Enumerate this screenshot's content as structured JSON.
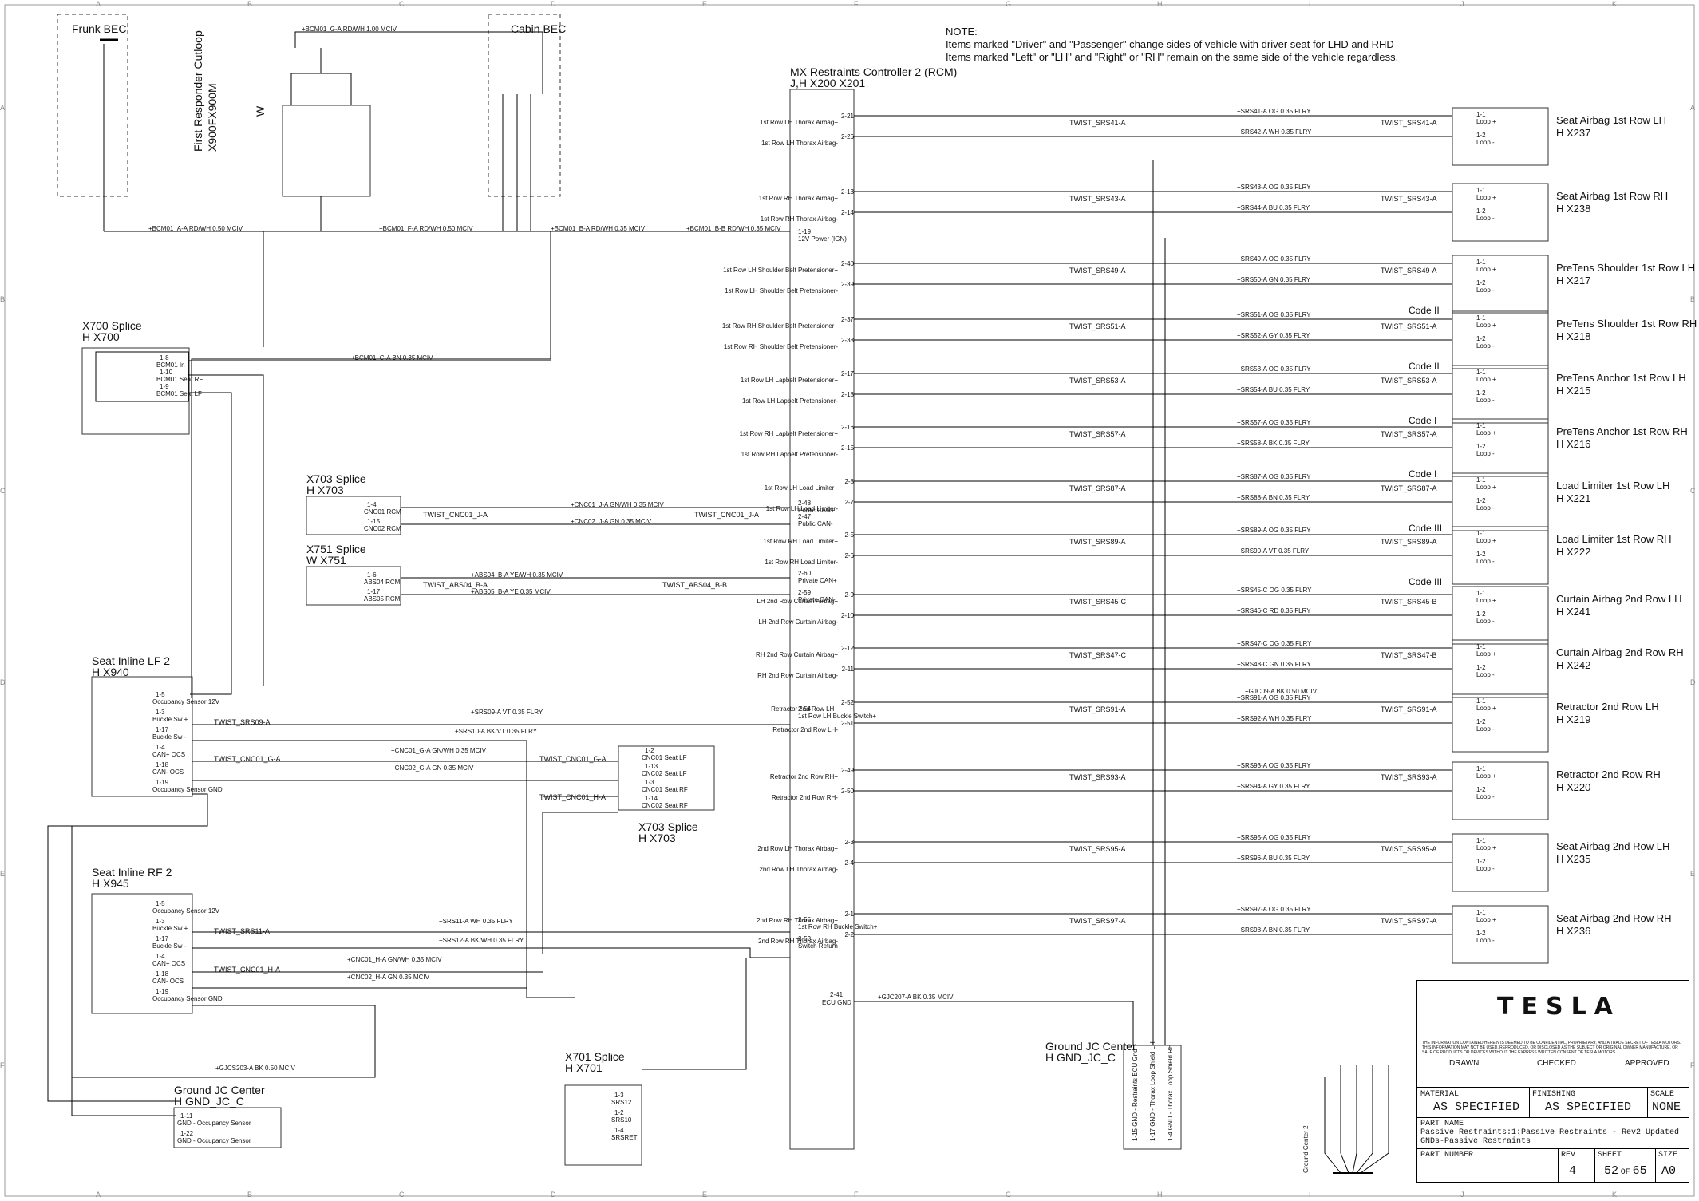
{
  "note": {
    "heading": "NOTE:",
    "line1": "Items marked \"Driver\" and \"Passenger\" change sides of vehicle with driver seat for LHD and RHD",
    "line2": "Items marked \"Left\" or \"LH\" and \"Right\" or \"RH\" remain on the same side of the vehicle regardless."
  },
  "rcm": {
    "title": "MX Restraints Controller 2 (RCM)",
    "sub": "J,H        X200   X201"
  },
  "frunk_bec": "Frunk BEC",
  "cabin_bec": "Cabin BEC",
  "first_responder": {
    "line1": "First Responder Cutloop",
    "line2": "X900FX900M",
    "side": "W"
  },
  "x700": {
    "title": "X700 Splice",
    "sub": "H        X700"
  },
  "x703": {
    "title": "X703 Splice",
    "sub": "H        X703"
  },
  "x751": {
    "title": "X751 Splice",
    "sub": "W        X751"
  },
  "x703b": {
    "title": "X703 Splice",
    "sub": "H        X703"
  },
  "x701": {
    "title": "X701 Splice",
    "sub": "H        X701"
  },
  "seat_lf": {
    "title": "Seat Inline LF 2",
    "sub": "H        X940"
  },
  "seat_rf": {
    "title": "Seat Inline RF 2",
    "sub": "H        X945"
  },
  "gnd_left": {
    "title": "Ground JC Center",
    "sub": "H        GND_JC_C"
  },
  "gnd_right": {
    "title": "Ground JC Center",
    "sub": "H        GND_JC_C"
  },
  "rcm_left_pins": [
    {
      "num": "1-19",
      "name": "12V Power (IGN)"
    },
    {
      "num": "2-48",
      "name": "Public CAN+"
    },
    {
      "num": "2-47",
      "name": "Public CAN-"
    },
    {
      "num": "2-60",
      "name": "Private CAN+"
    },
    {
      "num": "2-59",
      "name": "Private CAN-"
    },
    {
      "num": "2-54",
      "name": "1st Row LH Buckle Switch+"
    },
    {
      "num": "2-55",
      "name": "1st Row RH Buckle Switch+"
    },
    {
      "num": "2-53",
      "name": "Switch Return"
    }
  ],
  "rcm_right_pins": [
    {
      "n1": "2-21",
      "l1": "1st Row LH Thorax Airbag+",
      "n2": "2-26",
      "l2": "1st Row LH Thorax Airbag-",
      "twist": "TWIST_SRS41-A",
      "w1": "+SRS41-A   OG   0.35   FLRY",
      "w2": "+SRS42-A   WH   0.35   FLRY"
    },
    {
      "n1": "2-13",
      "l1": "1st Row RH Thorax Airbag+",
      "n2": "2-14",
      "l2": "1st Row RH Thorax Airbag-",
      "twist": "TWIST_SRS43-A",
      "w1": "+SRS43-A   OG   0.35   FLRY",
      "w2": "+SRS44-A   BU   0.35   FLRY"
    },
    {
      "n1": "2-40",
      "l1": "1st Row LH Shoulder Belt Pretensioner+",
      "n2": "2-39",
      "l2": "1st Row LH Shoulder Belt Pretensioner-",
      "twist": "TWIST_SRS49-A",
      "w1": "+SRS49-A   OG   0.35   FLRY",
      "w2": "+SRS50-A   GN   0.35   FLRY"
    },
    {
      "n1": "2-37",
      "l1": "1st Row RH Shoulder Belt Pretensioner+",
      "n2": "2-38",
      "l2": "1st Row RH Shoulder Belt Pretensioner-",
      "twist": "TWIST_SRS51-A",
      "w1": "+SRS51-A   OG   0.35   FLRY",
      "w2": "+SRS52-A   GY   0.35   FLRY"
    },
    {
      "n1": "2-17",
      "l1": "1st Row LH Lapbelt Pretensioner+",
      "n2": "2-18",
      "l2": "1st Row LH Lapbelt Pretensioner-",
      "twist": "TWIST_SRS53-A",
      "w1": "+SRS53-A   OG   0.35   FLRY",
      "w2": "+SRS54-A   BU   0.35   FLRY"
    },
    {
      "n1": "2-16",
      "l1": "1st Row RH Lapbelt Pretensioner+",
      "n2": "2-15",
      "l2": "1st Row RH Lapbelt Pretensioner-",
      "twist": "TWIST_SRS57-A",
      "w1": "+SRS57-A   OG   0.35   FLRY",
      "w2": "+SRS58-A   BK   0.35   FLRY"
    },
    {
      "n1": "2-8",
      "l1": "1st Row LH Load Limiter+",
      "n2": "2-7",
      "l2": "1st Row LH Load Limiter-",
      "twist": "TWIST_SRS87-A",
      "w1": "+SRS87-A   OG   0.35   FLRY",
      "w2": "+SRS88-A   BN   0.35   FLRY"
    },
    {
      "n1": "2-5",
      "l1": "1st Row RH Load Limiter+",
      "n2": "2-6",
      "l2": "1st Row RH Load Limiter-",
      "twist": "TWIST_SRS89-A",
      "w1": "+SRS89-A   OG   0.35   FLRY",
      "w2": "+SRS90-A   VT   0.35   FLRY"
    },
    {
      "n1": "2-9",
      "l1": "LH 2nd Row Curtain Airbag+",
      "n2": "2-10",
      "l2": "LH 2nd Row Curtain Airbag-",
      "twist": "TWIST_SRS45-C",
      "w1": "+SRS45-C   OG   0.35   FLRY",
      "w2": "+SRS46-C   RD   0.35   FLRY"
    },
    {
      "n1": "2-12",
      "l1": "RH 2nd Row Curtain Airbag+",
      "n2": "2-11",
      "l2": "RH 2nd Row Curtain Airbag-",
      "twist": "TWIST_SRS47-C",
      "w1": "+SRS47-C   OG   0.35   FLRY",
      "w2": "+SRS48-C   GN   0.35   FLRY"
    },
    {
      "n1": "2-52",
      "l1": "Retractor 2nd Row LH+",
      "n2": "2-51",
      "l2": "Retractor 2nd Row LH-",
      "twist": "TWIST_SRS91-A",
      "w1": "+SRS91-A   OG   0.35   FLRY",
      "w2": "+SRS92-A   WH   0.35   FLRY"
    },
    {
      "n1": "2-49",
      "l1": "Retractor 2nd Row RH+",
      "n2": "2-50",
      "l2": "Retractor 2nd Row RH-",
      "twist": "TWIST_SRS93-A",
      "w1": "+SRS93-A   OG   0.35   FLRY",
      "w2": "+SRS94-A   GY   0.35   FLRY"
    },
    {
      "n1": "2-3",
      "l1": "2nd Row LH Thorax Airbag+",
      "n2": "2-4",
      "l2": "2nd Row LH Thorax Airbag-",
      "twist": "TWIST_SRS95-A",
      "w1": "+SRS95-A   OG   0.35   FLRY",
      "w2": "+SRS96-A   BU   0.35   FLRY"
    },
    {
      "n1": "2-1",
      "l1": "2nd Row RH Thorax Airbag+",
      "n2": "2-2",
      "l2": "2nd Row RH Thorax Airbag-",
      "twist": "TWIST_SRS97-A",
      "w1": "+SRS97-A   OG   0.35   FLRY",
      "w2": "+SRS98-A   BN   0.35   FLRY"
    }
  ],
  "rcm_gnd_pin": {
    "num": "2-41",
    "name": "ECU GND"
  },
  "devices": [
    {
      "name": "Seat Airbag 1st Row LH",
      "sub": "H        X237",
      "twist": "TWIST_SRS41-A",
      "code": ""
    },
    {
      "name": "Seat Airbag 1st Row RH",
      "sub": "H        X238",
      "twist": "TWIST_SRS43-A",
      "code": ""
    },
    {
      "name": "PreTens Shoulder 1st Row LH",
      "sub": "H        X217",
      "twist": "TWIST_SRS49-A",
      "code": "Code II"
    },
    {
      "name": "PreTens Shoulder 1st Row RH",
      "sub": "H        X218",
      "twist": "TWIST_SRS51-A",
      "code": "Code II"
    },
    {
      "name": "PreTens Anchor 1st Row LH",
      "sub": "H        X215",
      "twist": "TWIST_SRS53-A",
      "code": "Code I"
    },
    {
      "name": "PreTens Anchor 1st Row RH",
      "sub": "H        X216",
      "twist": "TWIST_SRS57-A",
      "code": "Code I"
    },
    {
      "name": "Load Limiter 1st Row LH",
      "sub": "H        X221",
      "twist": "TWIST_SRS87-A",
      "code": "Code III"
    },
    {
      "name": "Load Limiter 1st Row RH",
      "sub": "H        X222",
      "twist": "TWIST_SRS89-A",
      "code": "Code III"
    },
    {
      "name": "Curtain Airbag 2nd Row LH",
      "sub": "H        X241",
      "twist": "TWIST_SRS45-B",
      "code": ""
    },
    {
      "name": "Curtain Airbag 2nd Row RH",
      "sub": "H        X242",
      "twist": "TWIST_SRS47-B",
      "code": ""
    },
    {
      "name": "Retractor 2nd Row LH",
      "sub": "H        X219",
      "twist": "TWIST_SRS91-A",
      "code": ""
    },
    {
      "name": "Retractor 2nd Row RH",
      "sub": "H        X220",
      "twist": "TWIST_SRS93-A",
      "code": ""
    },
    {
      "name": "Seat Airbag 2nd Row LH",
      "sub": "H        X235",
      "twist": "TWIST_SRS95-A",
      "code": ""
    },
    {
      "name": "Seat Airbag 2nd Row RH",
      "sub": "H        X236",
      "twist": "TWIST_SRS97-A",
      "code": ""
    }
  ],
  "seat_lf_pins": [
    {
      "num": "1-5",
      "name": "Occupancy Sensor 12V"
    },
    {
      "num": "1-3",
      "name": "Buckle Sw +"
    },
    {
      "num": "1-17",
      "name": "Buckle Sw -"
    },
    {
      "num": "1-4",
      "name": "CAN+ OCS"
    },
    {
      "num": "1-18",
      "name": "CAN- OCS"
    },
    {
      "num": "1-19",
      "name": "Occupancy Sensor GND"
    }
  ],
  "seat_rf_pins": [
    {
      "num": "1-5",
      "name": "Occupancy Sensor 12V"
    },
    {
      "num": "1-3",
      "name": "Buckle Sw +"
    },
    {
      "num": "1-17",
      "name": "Buckle Sw -"
    },
    {
      "num": "1-4",
      "name": "CAN+ OCS"
    },
    {
      "num": "1-18",
      "name": "CAN- OCS"
    },
    {
      "num": "1-19",
      "name": "Occupancy Sensor GND"
    }
  ],
  "x700_pins": [
    {
      "num": "1-8",
      "name": "BCM01 In"
    },
    {
      "num": "1-10",
      "name": "BCM01 Seat RF"
    },
    {
      "num": "1-9",
      "name": "BCM01 Seat LF"
    }
  ],
  "x703_pins": [
    {
      "num": "1-4",
      "name": "CNC01 RCM"
    },
    {
      "num": "1-15",
      "name": "CNC02 RCM"
    }
  ],
  "x751_pins": [
    {
      "num": "1-6",
      "name": "ABS04 RCM"
    },
    {
      "num": "1-17",
      "name": "ABS05 RCM"
    }
  ],
  "x703b_pins": [
    {
      "num": "1-2",
      "name": "CNC01 Seat LF"
    },
    {
      "num": "1-13",
      "name": "CNC02 Seat LF"
    },
    {
      "num": "1-3",
      "name": "CNC01 Seat RF"
    },
    {
      "num": "1-14",
      "name": "CNC02 Seat RF"
    }
  ],
  "x701_pins": [
    {
      "num": "1-3",
      "name": "SRS12"
    },
    {
      "num": "1-2",
      "name": "SRS10"
    },
    {
      "num": "1-4",
      "name": "SRSRET"
    }
  ],
  "gnd_left_pins": [
    {
      "num": "1-11",
      "name": "GND - Occupancy Sensor"
    },
    {
      "num": "1-22",
      "name": "GND - Occupancy Sensor"
    }
  ],
  "gnd_right_pins": [
    "1-15 GND - Restraints ECU Gnd",
    "1-17 GND - Thorax Loop Shield LH",
    "1-4 GND - Thorax Loop Shield RH"
  ],
  "twists_left": {
    "cnc01_j": "TWIST_CNC01_J-A",
    "abs04_b": "TWIST_ABS04_B-A",
    "abs04_b2": "TWIST_ABS04_B-B",
    "srs09": "TWIST_SRS09-A",
    "cnc01_g": "TWIST_CNC01_G-A",
    "cnc01_h": "TWIST_CNC01_H-A",
    "srs11": "TWIST_SRS11-A"
  },
  "wire_labels": {
    "bcm_top": "+BCM01_G-A   RD/WH   1.00   MCIV",
    "bcm_a": "+BCM01_A-A   RD/WH   0.50   MCIV",
    "bcm_f": "+BCM01_F-A   RD/WH   0.50   MCIV",
    "bcm_b": "+BCM01_B-A   RD/WH   0.35   MCIV",
    "bcm_b2": "+BCM01_B-B   RD/WH   0.35   MCIV",
    "bcm_c": "+BCM01_C-A   BN   0.35   MCIV",
    "cnc01_j": "+CNC01_J-A   GN/WH   0.35   MCIV",
    "cnc02_j": "+CNC02_J-A   GN   0.35   MCIV",
    "abs04": "+ABS04_B-A   YE/WH   0.35   MCIV",
    "abs05": "+ABS05_B-A   YE   0.35   MCIV",
    "srs09": "+SRS09-A   VT   0.35   FLRY",
    "srs10": "+SRS10-A   BK/VT   0.35   FLRY",
    "cnc01_g": "+CNC01_G-A   GN/WH   0.35   MCIV",
    "cnc02_g": "+CNC02_G-A   GN   0.35   MCIV",
    "srs11": "+SRS11-A   WH   0.35   FLRY",
    "srs12": "+SRS12-A   BK/WH   0.35   FLRY",
    "cnc01_h": "+CNC01_H-A   GN/WH   0.35   MCIV",
    "cnc02_h": "+CNC02_H-A   GN   0.35   MCIV",
    "gjcs203": "+GJCS203-A   BK   0.50   MCIV",
    "gjc207": "+GJC207-A   BK   0.35   MCIV",
    "gjc09": "+GJC09-A   BK   0.50   MCIV"
  },
  "title_block": {
    "logo": "TESLA",
    "disclaimer": "THE INFORMATION CONTAINED HEREIN IS DEEMED TO BE CONFIDENTIAL, PROPRIETARY, AND A TRADE SECRET OF TESLA MOTORS.  THIS INFORMATION MAY NOT BE USED, REPRODUCED, OR DISCLOSED AS THE SUBJECT OR ORIGINAL OWNER MANUFACTURE, OR SALE OF PRODUCTS OR DEVICES WITHOUT THE EXPRESS WRITTEN CONSENT OF TESLA MOTORS.",
    "drawn": "DRAWN",
    "checked": "CHECKED",
    "approved": "APPROVED",
    "material_label": "MATERIAL",
    "material": "AS SPECIFIED",
    "finishing_label": "FINISHING",
    "finishing": "AS SPECIFIED",
    "scale_label": "SCALE",
    "scale": "NONE",
    "part_name_label": "PART NAME",
    "part_name1": "Passive Restraints:1:Passive Restraints - Rev2 Updated",
    "part_name2": "GNDs-Passive Restraints",
    "part_number_label": "PART NUMBER",
    "rev_label": "REV",
    "rev": "4",
    "sheet_label": "SHEET",
    "sheet": "52",
    "of": "OF",
    "total": "65",
    "size_label": "SIZE",
    "size": "A0"
  },
  "ground_center2": "Ground Center 2",
  "border_cols": [
    "A",
    "B",
    "C",
    "D",
    "E",
    "F",
    "G",
    "H",
    "I",
    "J",
    "K"
  ],
  "border_rows": [
    "A",
    "B",
    "C",
    "D",
    "E",
    "F"
  ]
}
